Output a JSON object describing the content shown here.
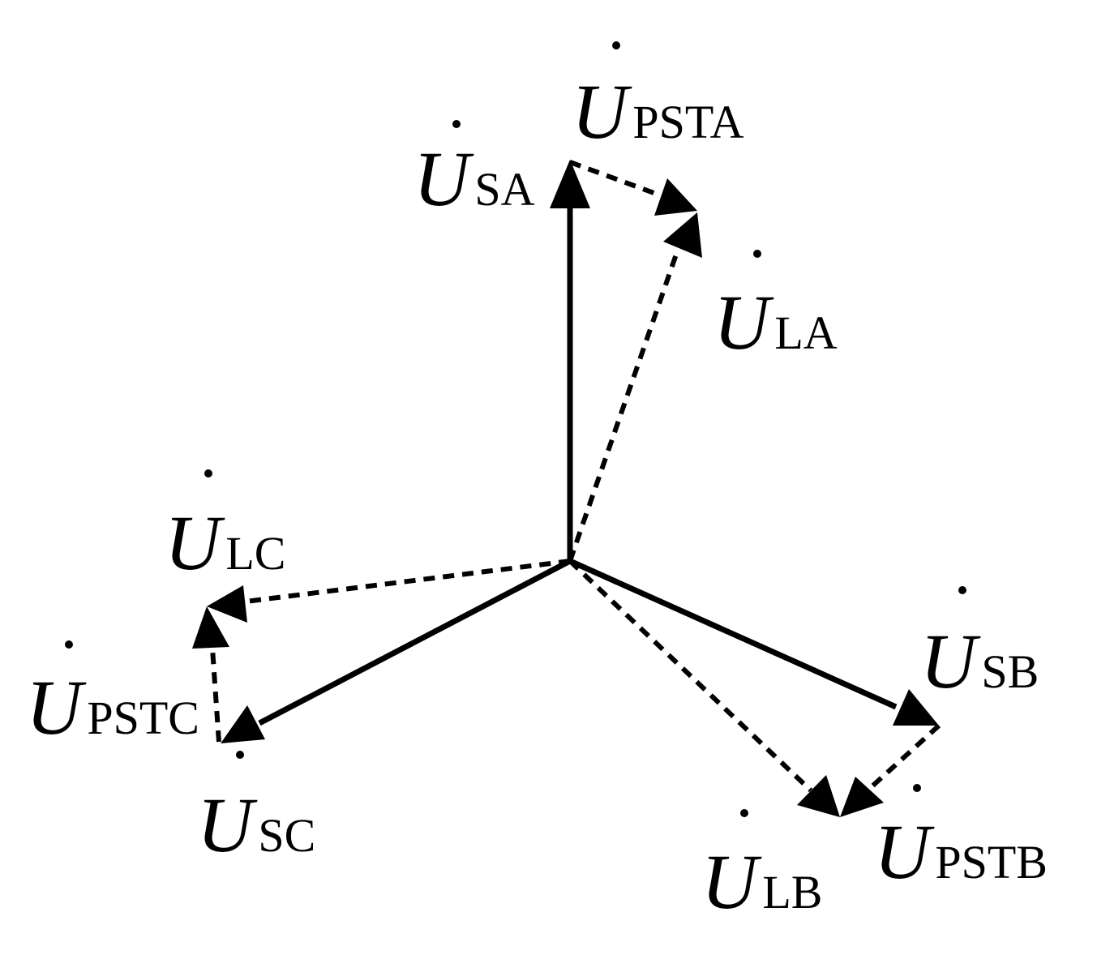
{
  "diagram": {
    "labels": [
      {
        "id": "usa",
        "main": "U",
        "sub": "SA"
      },
      {
        "id": "upsta",
        "main": "U",
        "sub": "PSTA"
      },
      {
        "id": "ula",
        "main": "U",
        "sub": "LA"
      },
      {
        "id": "ulc",
        "main": "U",
        "sub": "LC"
      },
      {
        "id": "upstc",
        "main": "U",
        "sub": "PSTC"
      },
      {
        "id": "usc",
        "main": "U",
        "sub": "SC"
      },
      {
        "id": "usb",
        "main": "U",
        "sub": "SB"
      },
      {
        "id": "ulb",
        "main": "U",
        "sub": "LB"
      },
      {
        "id": "upstb",
        "main": "U",
        "sub": "PSTB"
      }
    ],
    "colors": {
      "ink": "#000000",
      "background": "#ffffff"
    }
  }
}
